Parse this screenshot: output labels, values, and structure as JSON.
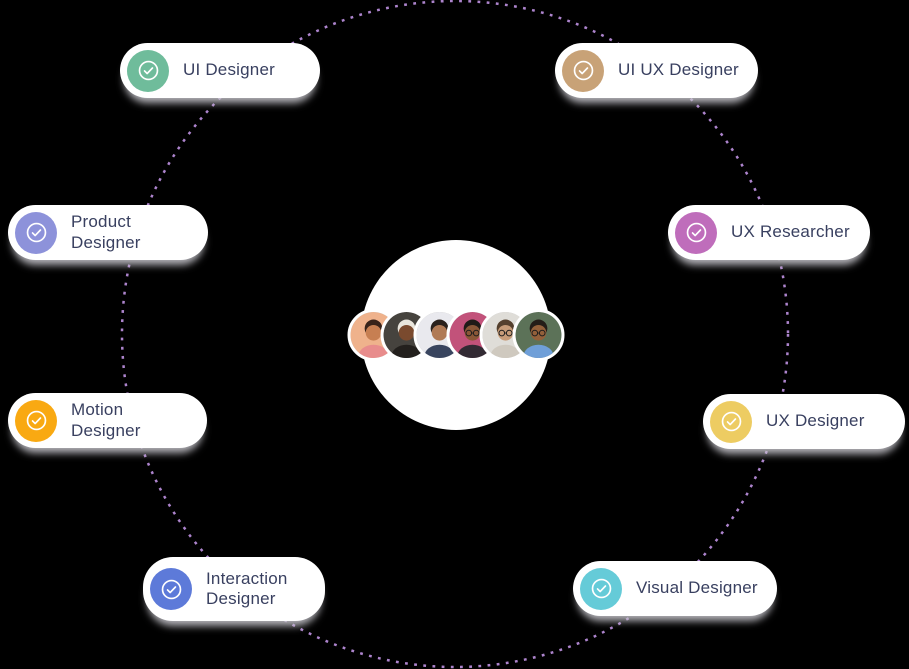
{
  "page": {
    "background_color": "#000000"
  },
  "ring": {
    "color": "#ad84cd",
    "style": "dotted-circle"
  },
  "team": {
    "circle_color": "#ffffff",
    "avatars": [
      {
        "name": "avatar-1",
        "desc": "man with dark hair on peach background",
        "bg": "#efb28c",
        "skin": "#c77f52",
        "shirt": "#e88c8c",
        "hair": "#38231a",
        "glasses_opacity": "0"
      },
      {
        "name": "avatar-2",
        "desc": "man with white fluffy hat on dark background",
        "bg": "#46433e",
        "skin": "#7a4a2e",
        "shirt": "#23201d",
        "hair": "#e9e5dc",
        "glasses_opacity": "0"
      },
      {
        "name": "avatar-3",
        "desc": "bearded man in dark suit on light background",
        "bg": "#e9e9ee",
        "skin": "#b07a55",
        "shirt": "#39455f",
        "hair": "#2a211c",
        "glasses_opacity": "0"
      },
      {
        "name": "avatar-4",
        "desc": "person with glasses on pink and yellow background",
        "bg": "#c2527a",
        "skin": "#8a5737",
        "shirt": "#322a33",
        "hair": "#201a17",
        "glasses_opacity": "1"
      },
      {
        "name": "avatar-5",
        "desc": "person with glasses on light gray background",
        "bg": "#dfddd8",
        "skin": "#c79c79",
        "shirt": "#cfc9bf",
        "hair": "#55402e",
        "glasses_opacity": "1"
      },
      {
        "name": "avatar-6",
        "desc": "man with glasses in blue shirt on green background",
        "bg": "#5c7258",
        "skin": "#93603a",
        "shirt": "#6f9fd8",
        "hair": "#241d18",
        "glasses_opacity": "1"
      }
    ]
  },
  "roles": [
    {
      "label": "UI Designer",
      "icon": "check-circle-icon",
      "icon_color": "#6fbc9b"
    },
    {
      "label": "UI UX Designer",
      "icon": "check-circle-icon",
      "icon_color": "#c8a277"
    },
    {
      "label": "Product Designer",
      "icon": "check-circle-icon",
      "icon_color": "#8d92da"
    },
    {
      "label": "UX Researcher",
      "icon": "check-circle-icon",
      "icon_color": "#bf6dbb"
    },
    {
      "label": "Motion Designer",
      "icon": "check-circle-icon",
      "icon_color": "#f9a912"
    },
    {
      "label": "UX Designer",
      "icon": "check-circle-icon",
      "icon_color": "#edcc62"
    },
    {
      "label": "Interaction Designer",
      "icon": "check-circle-icon",
      "icon_color": "#5d7ad9"
    },
    {
      "label": "Visual Designer",
      "icon": "check-circle-icon",
      "icon_color": "#65cbd8"
    }
  ],
  "style": {
    "badge_background": "#ffffff",
    "label_color": "#394060",
    "check_color": "#ffffff"
  }
}
